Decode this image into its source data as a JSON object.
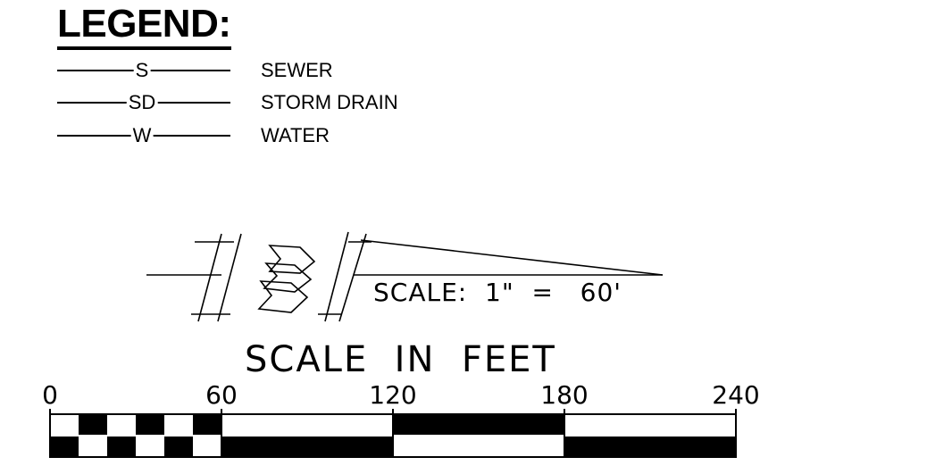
{
  "legend": {
    "title": "LEGEND:",
    "items": [
      {
        "code": "S",
        "label": "SEWER"
      },
      {
        "code": "SD",
        "label": "STORM DRAIN"
      },
      {
        "code": "W",
        "label": "WATER"
      }
    ]
  },
  "north_arrow": {
    "scale_note": "SCALE:  1\"  =   60'"
  },
  "scale_bar": {
    "caption": "SCALE  IN  FEET",
    "ticks": [
      "0",
      "60",
      "120",
      "180",
      "240"
    ],
    "max_value": 240
  }
}
